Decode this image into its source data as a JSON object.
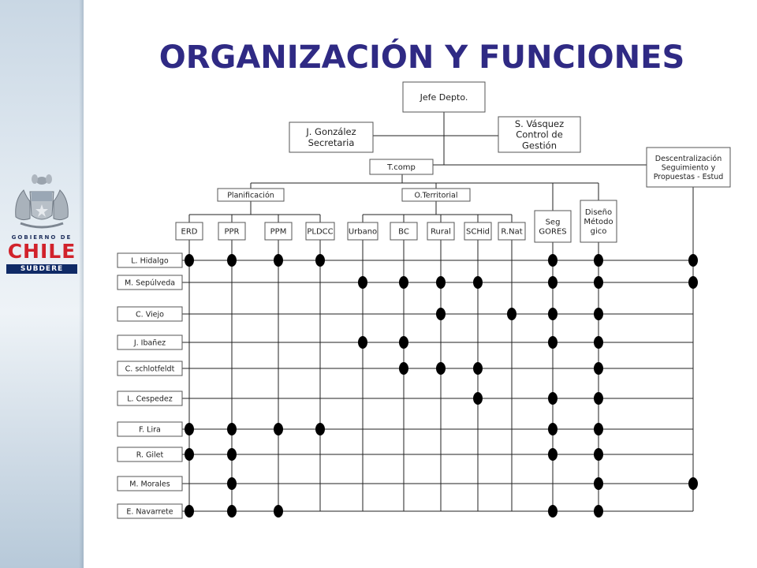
{
  "title": "ORGANIZACIÓN Y FUNCIONES",
  "logo": {
    "line1": "GOBIERNO DE",
    "line2": "CHILE",
    "line3": "SUBDERE"
  },
  "org": {
    "jefe": [
      "Jefe Depto."
    ],
    "secretaria": [
      "J. González",
      "Secretaria"
    ],
    "control": [
      "S. Vásquez",
      "Control de",
      "Gestión"
    ],
    "descentralizacion": [
      "Descentralización",
      "Seguimiento y",
      "Propuestas - Estud"
    ],
    "tcomp": [
      "T.comp"
    ],
    "planificacion": [
      "Planificación"
    ],
    "oterritorial": [
      "O.Territorial"
    ],
    "seg": [
      "Seg",
      "GORES"
    ],
    "diseno": [
      "Diseño",
      "Método",
      "gico"
    ],
    "subunits": [
      [
        "ERD"
      ],
      [
        "PPR"
      ],
      [
        "PPM"
      ],
      [
        "PLDCC"
      ],
      [
        "Urbano"
      ],
      [
        "BC"
      ],
      [
        "Rural"
      ],
      [
        "SCHid"
      ],
      [
        "R.Nat"
      ]
    ]
  },
  "people": [
    "L. Hidalgo",
    "M. Sepúlveda",
    "C. Viejo",
    "J. Ibañez",
    "C. schlotfeldt",
    "L. Cespedez",
    "F. Lira",
    "R. Gilet",
    "M. Morales",
    "E. Navarrete"
  ],
  "assignments": {
    "columns": [
      "ERD",
      "PPR",
      "PPM",
      "PLDCC",
      "Urbano",
      "BC",
      "Rural",
      "SCHid",
      "R.Nat",
      "Seg GORES",
      "Diseño Métodogico",
      "Descentralización Seguimiento y Propuestas - Estud"
    ],
    "rows": [
      [
        "ERD",
        "PPR",
        "PPM",
        "PLDCC",
        "Seg GORES",
        "Diseño Métodogico",
        "Descentralización Seguimiento y Propuestas - Estud"
      ],
      [
        "Urbano",
        "BC",
        "Rural",
        "SCHid",
        "Seg GORES",
        "Diseño Métodogico",
        "Descentralización Seguimiento y Propuestas - Estud"
      ],
      [
        "Rural",
        "R.Nat",
        "Seg GORES",
        "Diseño Métodogico"
      ],
      [
        "Urbano",
        "BC",
        "Seg GORES",
        "Diseño Métodogico"
      ],
      [
        "BC",
        "Rural",
        "SCHid",
        "Diseño Métodogico"
      ],
      [
        "SCHid",
        "Seg GORES",
        "Diseño Métodogico"
      ],
      [
        "ERD",
        "PPR",
        "PPM",
        "PLDCC",
        "Seg GORES",
        "Diseño Métodogico"
      ],
      [
        "ERD",
        "PPR",
        "Seg GORES",
        "Diseño Métodogico"
      ],
      [
        "PPR",
        "Diseño Métodogico",
        "Descentralización Seguimiento y Propuestas - Estud"
      ],
      [
        "ERD",
        "PPR",
        "PPM",
        "Seg GORES",
        "Diseño Métodogico"
      ]
    ]
  },
  "colors": {
    "title": "#2f2a84",
    "chile_red": "#d1222b",
    "navy": "#0f2a66",
    "dot": "#000000"
  }
}
